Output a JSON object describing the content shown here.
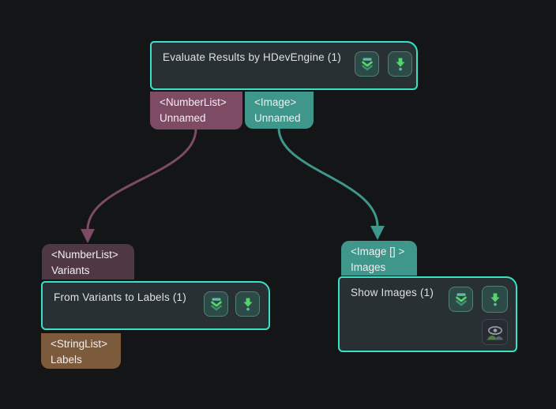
{
  "app": {
    "background": "#131516",
    "node_background": "#293034",
    "node_border": "#39e1c6",
    "button_background": "#2d4b46",
    "button_border": "#527f76",
    "icon_green": "#55d56a",
    "icon_teal": "#68b9a9",
    "icon_dim_green": "#3f8f6d"
  },
  "nodes": {
    "evaluate": {
      "title": "Evaluate Results by HDevEngine (1)",
      "ports_out": [
        {
          "type": "<NumberList>",
          "name": "Unnamed",
          "color": "#7d4b64"
        },
        {
          "type": "<Image>",
          "name": "Unnamed",
          "color": "#3f968a"
        }
      ]
    },
    "from_variants": {
      "title": "From Variants to Labels (1)",
      "ports_in": [
        {
          "type": "<NumberList>",
          "name": "Variants",
          "color": "#503843"
        }
      ],
      "ports_out": [
        {
          "type": "<StringList>",
          "name": "Labels",
          "color": "#7c5a3c"
        }
      ]
    },
    "show_images": {
      "title": "Show Images (1)",
      "ports_in": [
        {
          "type": "<Image [] >",
          "name": "Images",
          "color": "#3f968a"
        }
      ]
    }
  },
  "connections": [
    {
      "from": "Unnamed (<NumberList>)",
      "to": "Variants",
      "color": "#7d4b64"
    },
    {
      "from": "Unnamed (<Image>)",
      "to": "Images",
      "color": "#3f968a"
    }
  ]
}
